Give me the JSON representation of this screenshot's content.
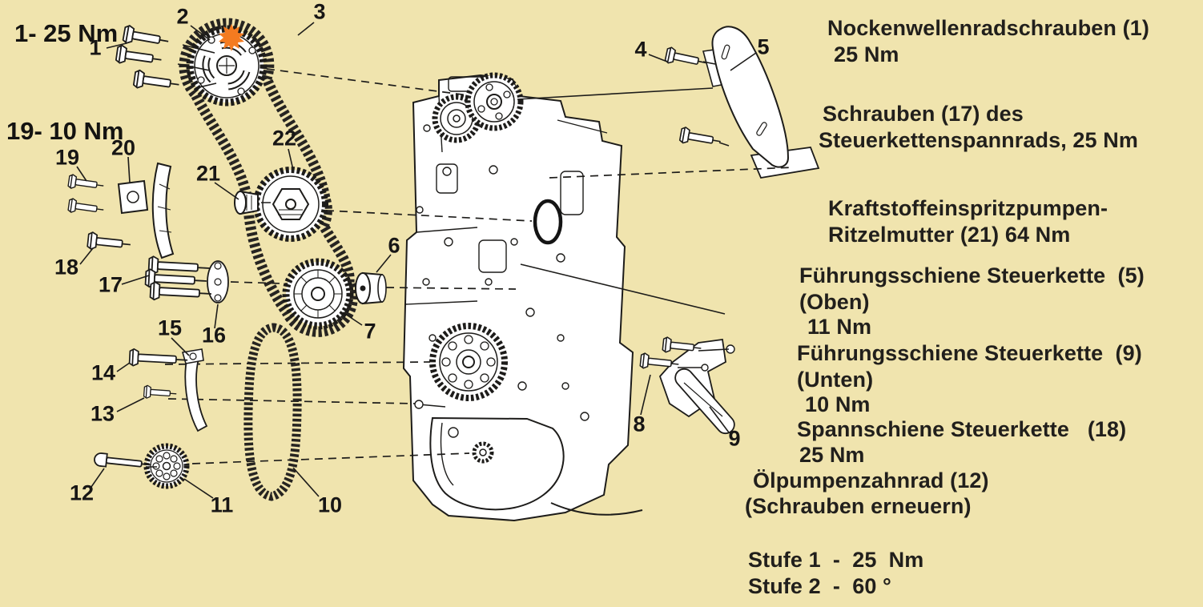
{
  "colors": {
    "background": "#f0e4ae",
    "ink": "#1c1b18",
    "highlight_orange": "#f47b20"
  },
  "left_callouts": [
    {
      "text": "1- 25 Nm"
    },
    {
      "text": "19- 10 Nm"
    }
  ],
  "part_labels": [
    "1",
    "2",
    "3",
    "4",
    "5",
    "6",
    "7",
    "8",
    "9",
    "10",
    "11",
    "12",
    "13",
    "14",
    "15",
    "16",
    "17",
    "18",
    "19",
    "20",
    "21",
    "22"
  ],
  "notes": [
    {
      "text": "Nockenwellenradschrauben (1)"
    },
    {
      "text": "25 Nm"
    },
    {
      "text": "Schrauben (17) des"
    },
    {
      "text": "Steuerkettenspannrads, 25 Nm"
    },
    {
      "text": "Kraftstoffeinspritzpumpen-"
    },
    {
      "text": "Ritzelmutter (21) 64 Nm"
    },
    {
      "text": "Führungsschiene Steuerkette  (5)"
    },
    {
      "text": "(Oben)"
    },
    {
      "text": "11 Nm"
    },
    {
      "text": "Führungsschiene Steuerkette  (9)"
    },
    {
      "text": "(Unten)"
    },
    {
      "text": "10 Nm"
    },
    {
      "text": "Spannschiene Steuerkette   (18)"
    },
    {
      "text": "25 Nm"
    },
    {
      "text": "Ölpumpenzahnrad (12)"
    },
    {
      "text": "(Schrauben erneuern)"
    },
    {
      "text": "Stufe 1  -  25  Nm"
    },
    {
      "text": "Stufe 2  -  60 °"
    }
  ]
}
